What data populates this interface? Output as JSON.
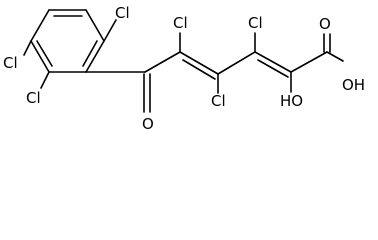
{
  "molecule": {
    "atoms": {
      "cl_ring_top": "Cl",
      "cl_ring_left": "Cl",
      "cl_ring_bottom": "Cl",
      "o_ketone": "O",
      "cl_chain_1": "Cl",
      "cl_chain_2": "Cl",
      "cl_chain_3": "Cl",
      "oh_hydroxyl": "HO",
      "o_carbonyl": "O",
      "oh_acid": "OH"
    }
  }
}
